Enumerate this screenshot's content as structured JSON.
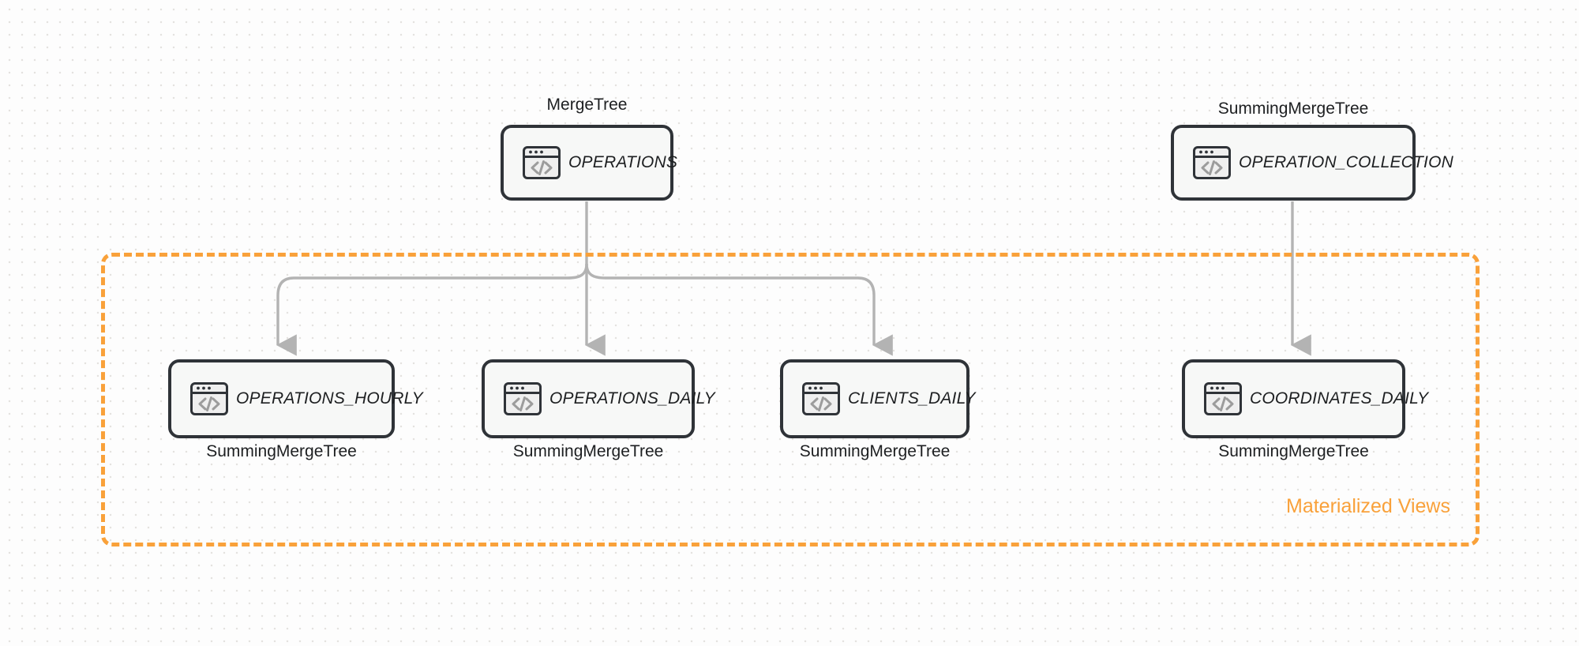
{
  "diagram": {
    "title": "ClickHouse table and materialized view topology",
    "colors": {
      "accent_orange": "#f9a13a",
      "node_border": "#2f3338",
      "node_fill": "#f7f8f7",
      "edge_gray": "#b3b3b3",
      "text_dark": "#1d1f21",
      "grid_dot": "#e4e2df",
      "canvas_bg": "#fdfdfd"
    },
    "group": {
      "label": "Materialized Views",
      "border_style": "dashed"
    },
    "source_nodes": [
      {
        "id": "operations",
        "name": "OPERATIONS",
        "engine": "MergeTree",
        "engine_position": "above",
        "icon": "code-window-icon"
      },
      {
        "id": "operation_collection",
        "name": "OPERATION_COLLECTION",
        "engine": "SummingMergeTree",
        "engine_position": "above",
        "icon": "code-window-icon"
      }
    ],
    "view_nodes": [
      {
        "id": "operations_hourly",
        "name": "OPERATIONS_HOURLY",
        "engine": "SummingMergeTree",
        "engine_position": "below",
        "icon": "code-window-icon"
      },
      {
        "id": "operations_daily",
        "name": "OPERATIONS_DAILY",
        "engine": "SummingMergeTree",
        "engine_position": "below",
        "icon": "code-window-icon"
      },
      {
        "id": "clients_daily",
        "name": "CLIENTS_DAILY",
        "engine": "SummingMergeTree",
        "engine_position": "below",
        "icon": "code-window-icon"
      },
      {
        "id": "coordinates_daily",
        "name": "COORDINATES_DAILY",
        "engine": "SummingMergeTree",
        "engine_position": "below",
        "icon": "code-window-icon"
      }
    ],
    "edges": [
      {
        "from": "operations",
        "to": "operations_hourly",
        "style": "elbow-arrow"
      },
      {
        "from": "operations",
        "to": "operations_daily",
        "style": "straight-arrow"
      },
      {
        "from": "operations",
        "to": "clients_daily",
        "style": "elbow-arrow"
      },
      {
        "from": "operation_collection",
        "to": "coordinates_daily",
        "style": "straight-arrow"
      }
    ]
  }
}
